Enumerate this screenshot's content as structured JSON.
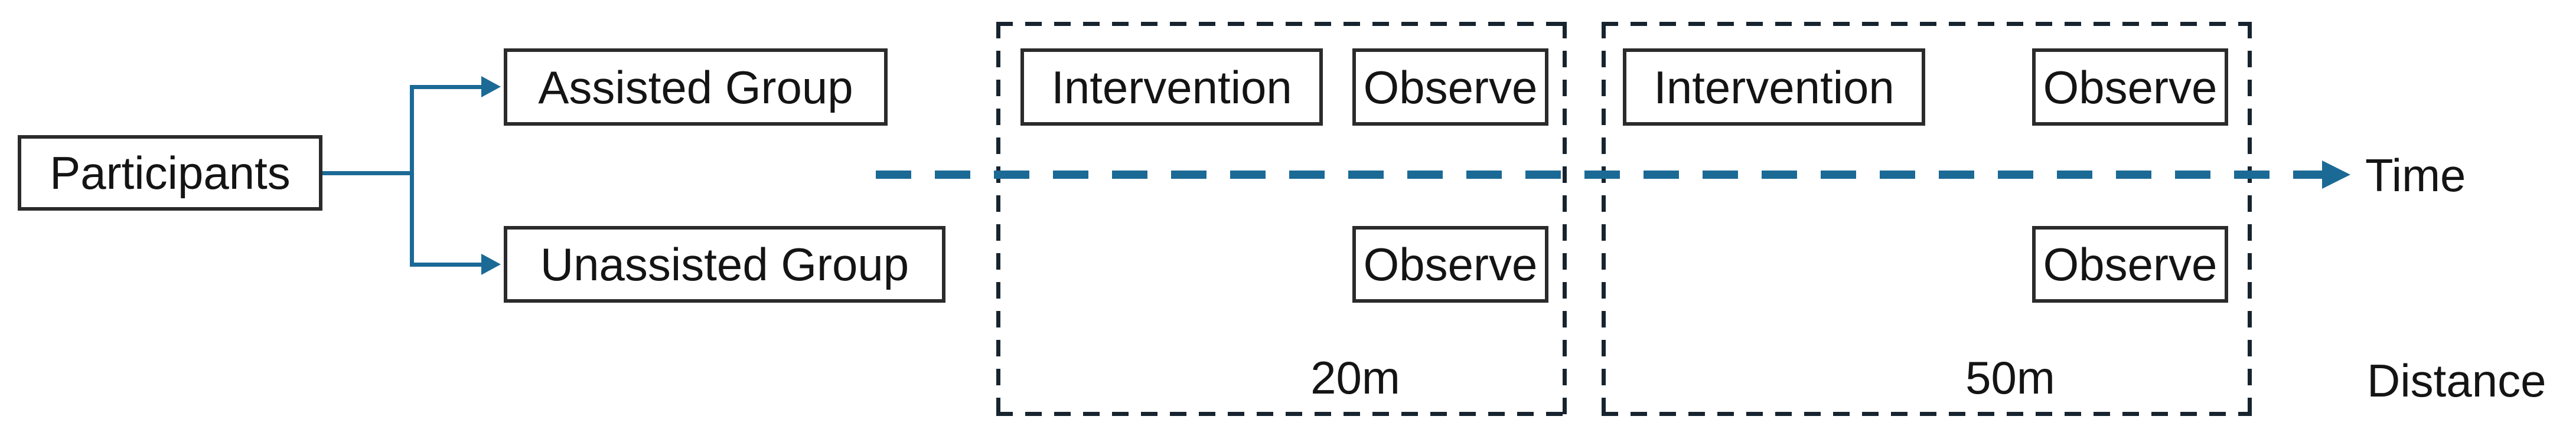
{
  "diagram": {
    "participants": "Participants",
    "groups": {
      "assisted": "Assisted Group",
      "unassisted": "Unassisted Group"
    },
    "phases": [
      {
        "distance": "20m",
        "top_boxes": [
          "Intervention",
          "Observe"
        ],
        "bottom_boxes": [
          "Observe"
        ]
      },
      {
        "distance": "50m",
        "top_boxes": [
          "Intervention",
          "Observe"
        ],
        "bottom_boxes": [
          "Observe"
        ]
      }
    ],
    "axis_labels": {
      "time": "Time",
      "distance": "Distance"
    },
    "colors": {
      "connector": "#1b6a96",
      "region_border": "#17242f",
      "box_border": "#2b2b2b",
      "text": "#141414"
    }
  }
}
